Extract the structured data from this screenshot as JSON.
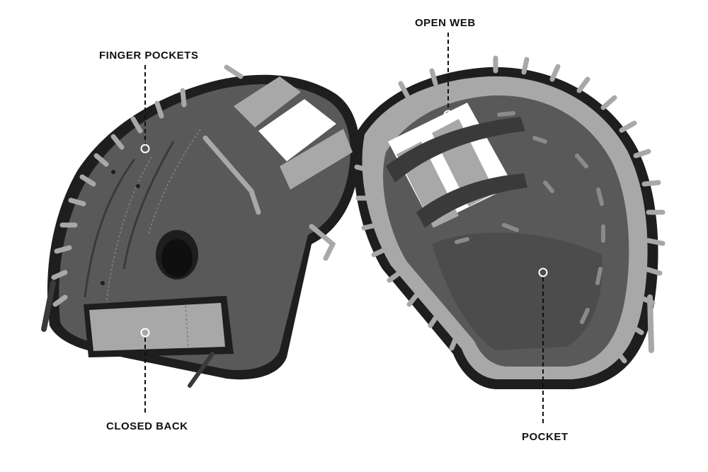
{
  "callouts": {
    "finger_pockets": "FINGER POCKETS",
    "open_web": "OPEN WEB",
    "closed_back": "CLOSED BACK",
    "pocket": "POCKET"
  },
  "colors": {
    "leather_dark": "#595959",
    "leather_shadow": "#3a3a3a",
    "lacing_light": "#a8a8a8",
    "trim_black": "#1e1e1e",
    "label_text": "#111111",
    "leader_line": "#111111"
  }
}
